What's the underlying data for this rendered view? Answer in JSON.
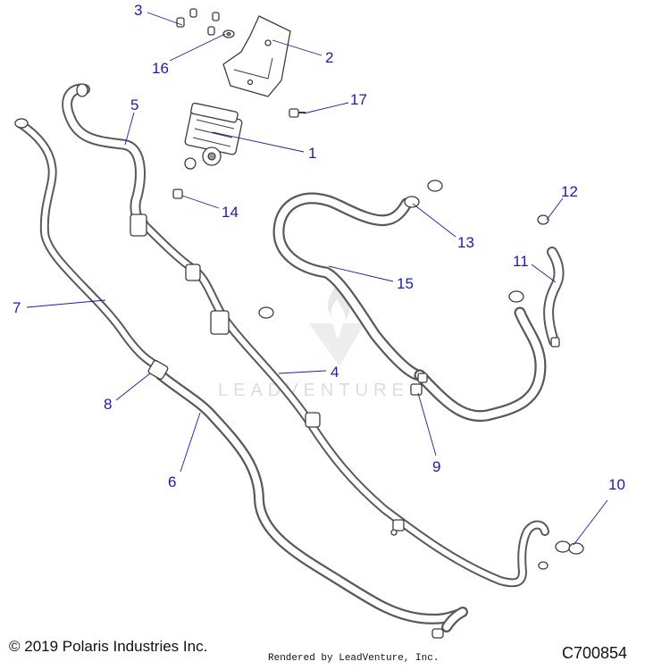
{
  "diagram": {
    "callouts": [
      {
        "id": "1",
        "label": "1"
      },
      {
        "id": "2",
        "label": "2"
      },
      {
        "id": "3",
        "label": "3"
      },
      {
        "id": "4",
        "label": "4"
      },
      {
        "id": "5",
        "label": "5"
      },
      {
        "id": "6",
        "label": "6"
      },
      {
        "id": "7",
        "label": "7"
      },
      {
        "id": "8",
        "label": "8"
      },
      {
        "id": "9",
        "label": "9"
      },
      {
        "id": "10",
        "label": "10"
      },
      {
        "id": "11",
        "label": "11"
      },
      {
        "id": "12",
        "label": "12"
      },
      {
        "id": "13",
        "label": "13"
      },
      {
        "id": "14",
        "label": "14"
      },
      {
        "id": "15",
        "label": "15"
      },
      {
        "id": "16",
        "label": "16"
      },
      {
        "id": "17",
        "label": "17"
      }
    ],
    "callout_color": "#1b1ba8",
    "tube_color": "#5a5a5a",
    "watermark": "LEADVENTURE"
  },
  "footer": {
    "copyright": "© 2019 Polaris Industries Inc.",
    "rendered_by": "Rendered by LeadVenture, Inc.",
    "document_id": "C700854"
  }
}
